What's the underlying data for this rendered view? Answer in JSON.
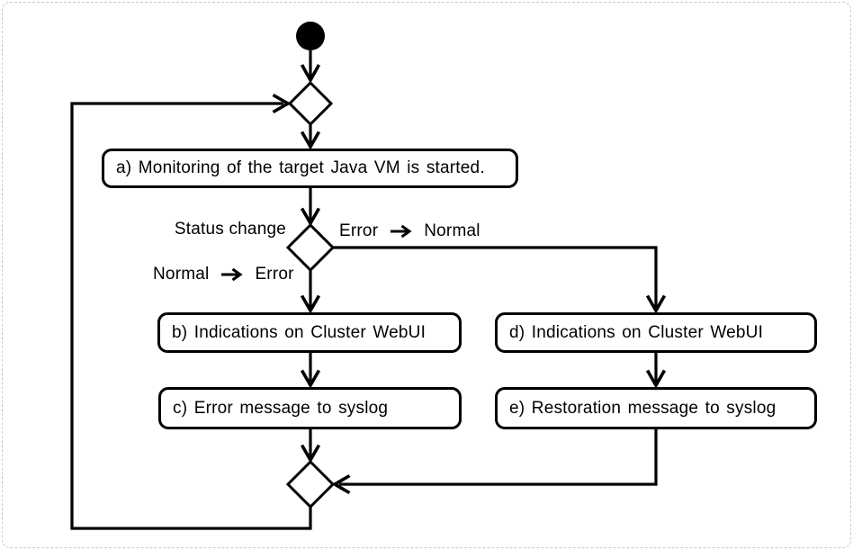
{
  "diagram": {
    "type": "activity-flowchart",
    "nodes": {
      "start": {
        "kind": "initial-node"
      },
      "top_merge": {
        "kind": "merge-diamond"
      },
      "box_a": {
        "label": "a) Monitoring of the target Java VM is started."
      },
      "status_decision": {
        "kind": "decision-diamond",
        "label": "Status change"
      },
      "box_b": {
        "label": "b) Indications on Cluster WebUI"
      },
      "box_c": {
        "label": "c) Error message to syslog"
      },
      "box_d": {
        "label": "d) Indications on Cluster WebUI"
      },
      "box_e": {
        "label": "e) Restoration message to syslog"
      },
      "bottom_merge": {
        "kind": "merge-diamond"
      }
    },
    "branch_labels": {
      "normal_to_error": {
        "from": "Normal",
        "to": "Error"
      },
      "error_to_normal": {
        "from": "Error",
        "to": "Normal"
      }
    },
    "icons": {
      "arrow_right": "→"
    },
    "colors": {
      "line": "#000000",
      "node_fill": "#ffffff",
      "text": "#000000",
      "page_background": "#ffffff",
      "frame_border": "#c8c8c8"
    }
  }
}
